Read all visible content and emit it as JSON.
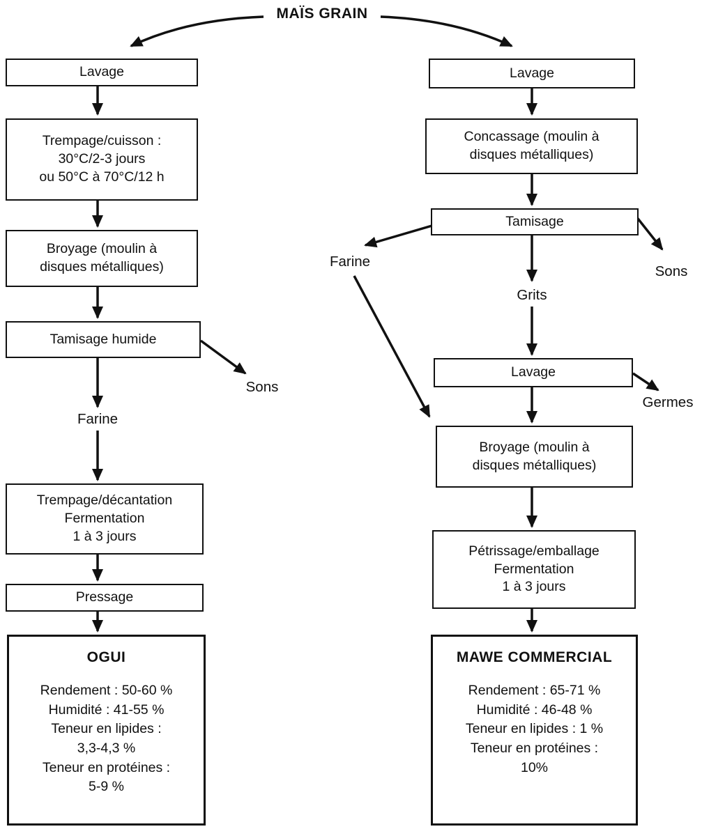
{
  "diagram": {
    "root": "MAÏS GRAIN",
    "left": {
      "steps": [
        "Lavage",
        "Trempage/cuisson :\n30°C/2-3 jours\nou 50°C à 70°C/12 h",
        "Broyage (moulin à\ndisques métalliques)",
        "Tamisage humide",
        "Trempage/décantation\nFermentation\n1 à 3 jours",
        "Pressage"
      ],
      "byproduct_sons": "Sons",
      "intermediate_farine": "Farine",
      "product": {
        "name": "OGUI",
        "specs": "Rendement : 50-60 %\nHumidité : 41-55 %\nTeneur en lipides :\n3,3-4,3 %\nTeneur en protéines :\n5-9 %"
      }
    },
    "right": {
      "steps": [
        "Lavage",
        "Concassage (moulin à\ndisques métalliques)",
        "Tamisage",
        "Lavage",
        "Broyage (moulin à\ndisques métalliques)",
        "Pétrissage/emballage\nFermentation\n1 à 3 jours"
      ],
      "byproduct_farine": "Farine",
      "byproduct_sons": "Sons",
      "intermediate_grits": "Grits",
      "byproduct_germes": "Germes",
      "product": {
        "name": "MAWE COMMERCIAL",
        "specs": "Rendement : 65-71 %\nHumidité : 46-48 %\nTeneur en lipides : 1 %\nTeneur en protéines :\n10%"
      }
    }
  }
}
